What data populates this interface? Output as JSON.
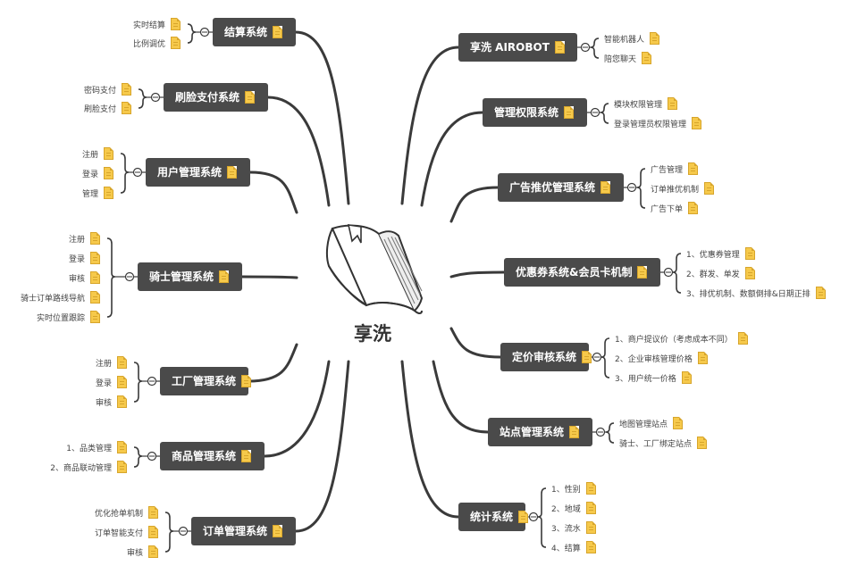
{
  "center": {
    "title": "享洗",
    "icon": "book-icon"
  },
  "left_branches": [
    {
      "title": "结算系统",
      "items": [
        "实时结算",
        "比例调优"
      ]
    },
    {
      "title": "刷脸支付系统",
      "items": [
        "密码支付",
        "刷脸支付"
      ]
    },
    {
      "title": "用户管理系统",
      "items": [
        "注册",
        "登录",
        "管理"
      ]
    },
    {
      "title": "骑士管理系统",
      "items": [
        "注册",
        "登录",
        "审核",
        "骑士订单路线导航",
        "实时位置跟踪"
      ]
    },
    {
      "title": "工厂管理系统",
      "items": [
        "注册",
        "登录",
        "审核"
      ]
    },
    {
      "title": "商品管理系统",
      "items": [
        "1、品类管理",
        "2、商品联动管理"
      ]
    },
    {
      "title": "订单管理系统",
      "items": [
        "优化抢单机制",
        "订单智能支付",
        "审核"
      ]
    }
  ],
  "right_branches": [
    {
      "title": "享洗 AIROBOT",
      "items": [
        "智能机器人",
        "陪您聊天"
      ]
    },
    {
      "title": "管理权限系统",
      "items": [
        "模块权限管理",
        "登录管理员权限管理"
      ]
    },
    {
      "title": "广告推优管理系统",
      "items": [
        "广告管理",
        "订单推优机制",
        "广告下单"
      ]
    },
    {
      "title": "优惠券系统&会员卡机制",
      "items": [
        "1、优惠券管理",
        "2、群发、单发",
        "3、排优机制、数额倒排&日期正排"
      ]
    },
    {
      "title": "定价审核系统",
      "items": [
        "1、商户提议价（考虑成本不同）",
        "2、企业审核管理价格",
        "3、用户统一价格"
      ]
    },
    {
      "title": "站点管理系统",
      "items": [
        "地图管理站点",
        "骑士、工厂绑定站点"
      ]
    },
    {
      "title": "统计系统",
      "items": [
        "1、性别",
        "2、地域",
        "3、流水",
        "4、结算"
      ]
    }
  ],
  "colors": {
    "node_bg": "#4a4a4a",
    "node_text": "#ffffff",
    "wire": "#3a3a3a",
    "doc_icon": "#f6c94b"
  }
}
